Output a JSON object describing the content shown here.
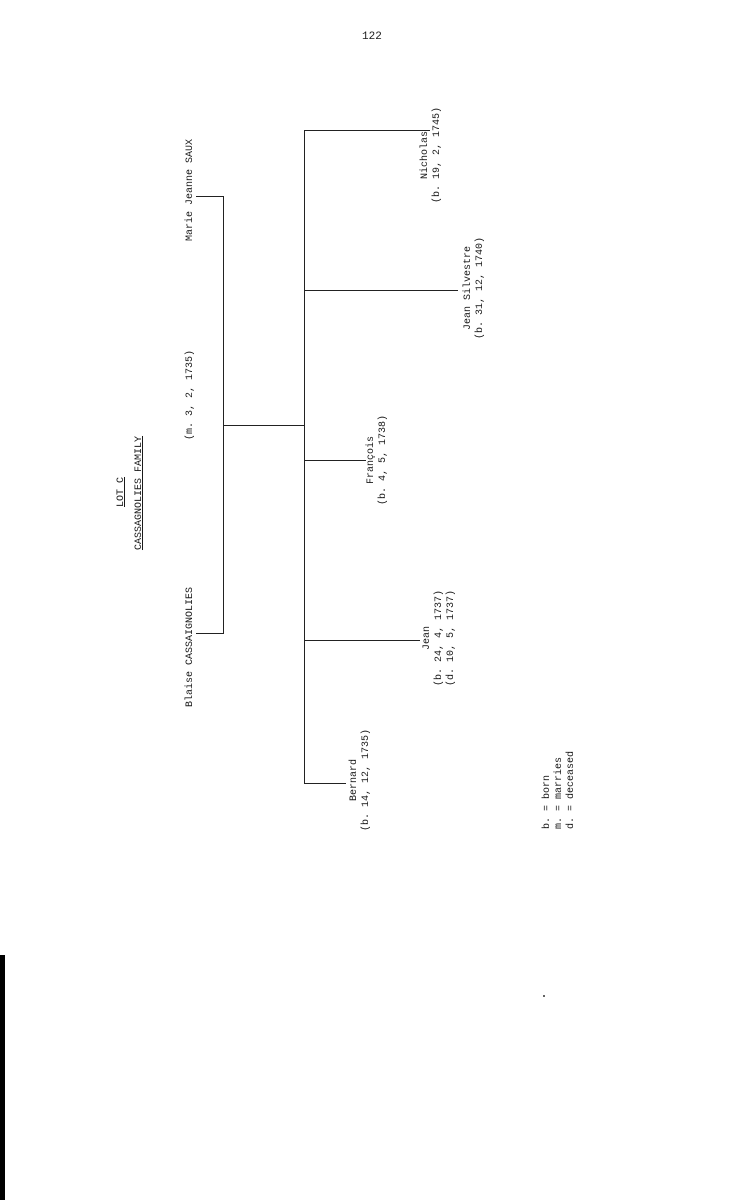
{
  "page_number": "122",
  "title": {
    "lot": "LOT C",
    "family": "CASSAGNOLIES FAMILY"
  },
  "parents": {
    "father": "Blaise CASSAIGNOLIES",
    "marriage": "(m. 3, 2, 1735)",
    "mother": "Marie Jeanne SAUX"
  },
  "children": [
    {
      "name": "Bernard",
      "dates": [
        "(b. 14, 12, 1735)"
      ]
    },
    {
      "name": "Jean",
      "dates": [
        "(b. 24, 4, 1737)",
        "(d. 10, 5, 1737)"
      ]
    },
    {
      "name": "François",
      "dates": [
        "(b. 4, 5, 1738)"
      ]
    },
    {
      "name": "Jean Silvestre",
      "dates": [
        "(b. 31, 12, 1740)"
      ]
    },
    {
      "name": "Nicholas",
      "dates": [
        "(b. 19, 2, 1745)"
      ]
    }
  ],
  "legend": [
    "b. = born",
    "m. = marries",
    "d. = deceased"
  ]
}
